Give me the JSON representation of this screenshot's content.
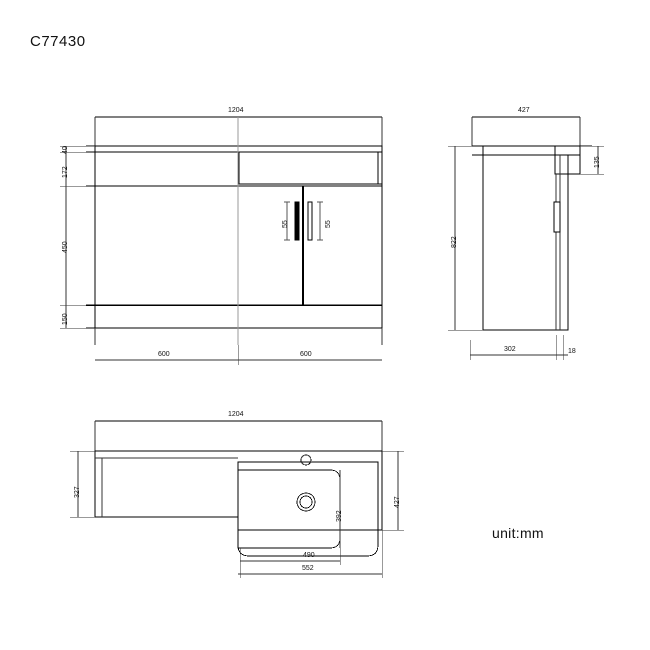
{
  "drawing": {
    "title": "C77430",
    "unit_note": "unit:mm",
    "stroke": "#000000",
    "thin_stroke": "#222222",
    "guide_stroke": "#9a9a9a"
  },
  "front_view": {
    "name": "front-elevation",
    "overall_width": "1204",
    "heights": {
      "top_band": "40",
      "drawer": "172",
      "doors": "450",
      "plinth": "150"
    },
    "bottom_dims": {
      "left_section": "600",
      "right_section": "600"
    },
    "handles": {
      "left_handle": "55",
      "right_handle": "55"
    }
  },
  "side_view": {
    "name": "right-side-elevation",
    "top_width": "427",
    "worktop_height": "135",
    "body_height": "822",
    "base_depth": "302",
    "base_offset": "18"
  },
  "plan_view": {
    "name": "top-plan-view",
    "overall_width": "1204",
    "left_depth": "327",
    "right_depth": "427",
    "basin_inner_depth": "392",
    "basin_inner_width": "490",
    "basin_outer_width": "552"
  }
}
